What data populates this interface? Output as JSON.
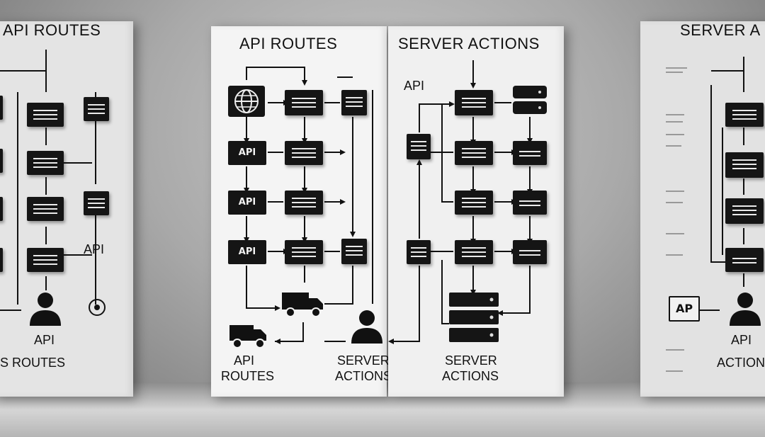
{
  "panels": {
    "far_left": {
      "title": "API ROUTES",
      "api_label": "API",
      "bottom_left": "API",
      "bottom_right": "S  ROUTES"
    },
    "left": {
      "title": "API ROUTES",
      "badge": "API",
      "bottom_label_line1": "API",
      "bottom_label_line2": "ROUTES"
    },
    "right": {
      "title": "SERVER ACTIONS",
      "api_label": "API",
      "bottom_label_line1": "SERVER",
      "bottom_label_line2": "ACTIONS"
    },
    "center_user": {
      "label_line1": "SERVER",
      "label_line2": "ACTIONS"
    },
    "far_right": {
      "title": "SERVER A",
      "badge": "AP",
      "bottom_label_line1": "API",
      "bottom_label_line2": "ACTION"
    }
  },
  "icons": {
    "globe": "globe-icon",
    "truck": "truck-icon",
    "user": "user-icon",
    "server": "server-stack-icon",
    "database": "database-icon"
  }
}
